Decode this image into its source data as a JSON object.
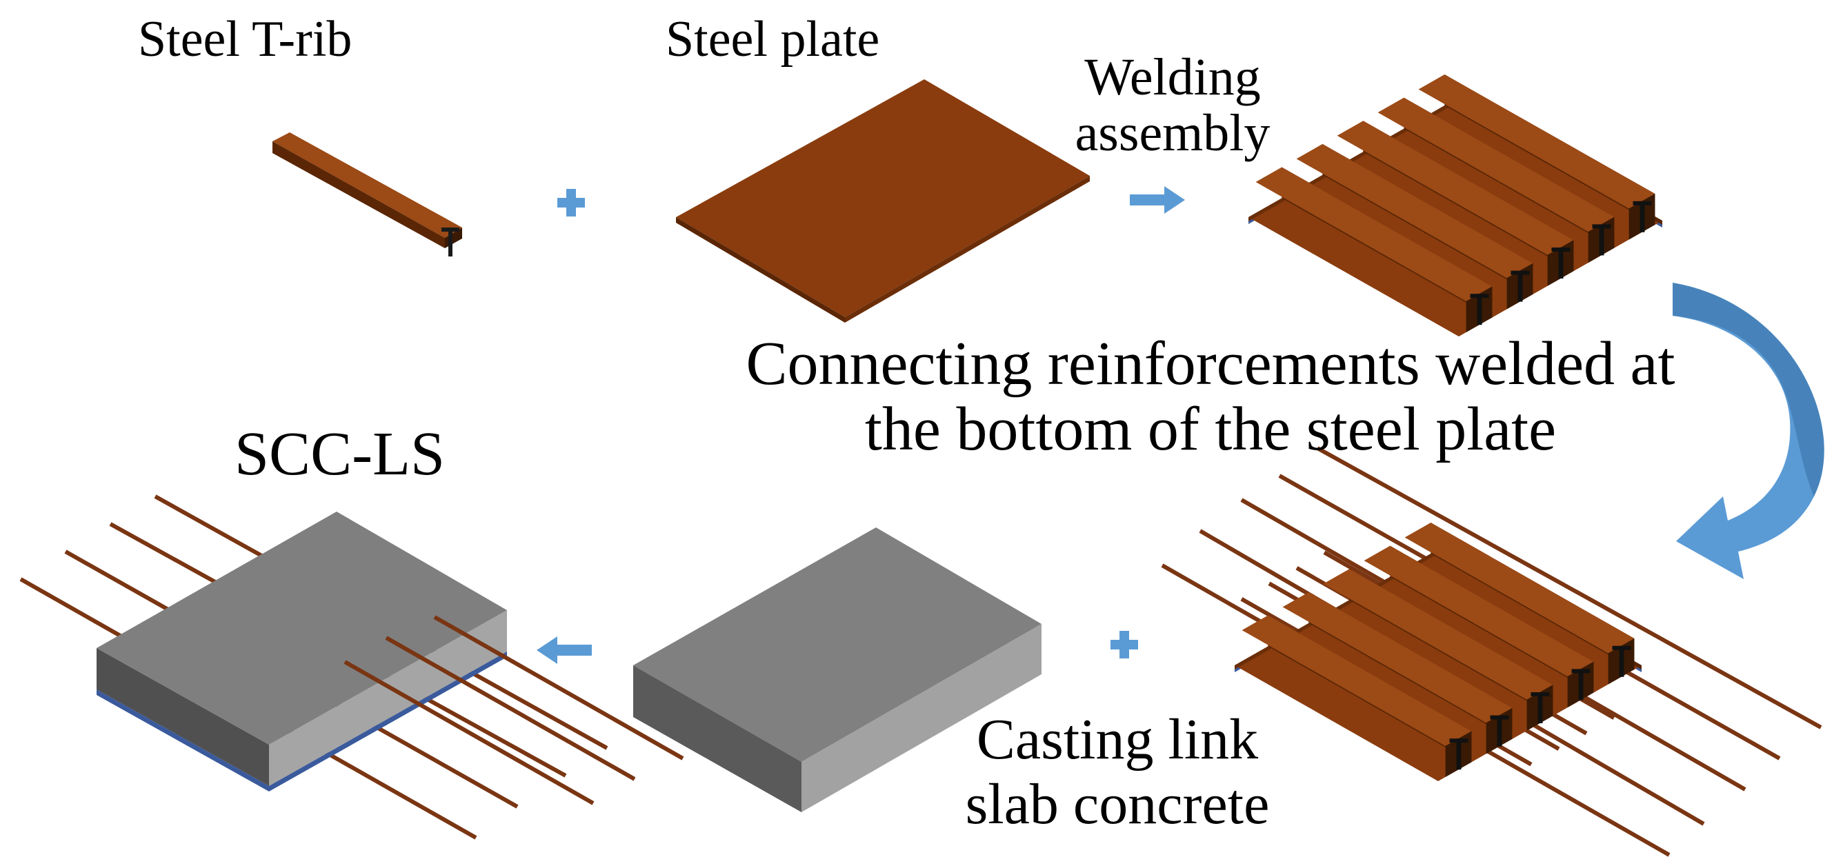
{
  "labels": {
    "steel_t_rib": "Steel T-rib",
    "steel_plate": "Steel plate",
    "welding_line1": "Welding",
    "welding_line2": "assembly",
    "connecting_line1": "Connecting reinforcements welded at",
    "connecting_line2": "the bottom of the steel plate",
    "scc_ls": "SCC-LS",
    "casting_line1": "Casting link",
    "casting_line2": "slab concrete"
  },
  "colors": {
    "steel": "#8a3c0e",
    "steel_light": "#9c4a16",
    "steel_dark": "#5a2606",
    "rebar": "#7a3512",
    "plate_edge": "#3a5a9c",
    "concrete_top": "#7f7f7f",
    "concrete_front": "#a0a0a0",
    "concrete_side": "#505050",
    "arrow": "#5b9bd5",
    "arrow_dark": "#3b73a8"
  }
}
